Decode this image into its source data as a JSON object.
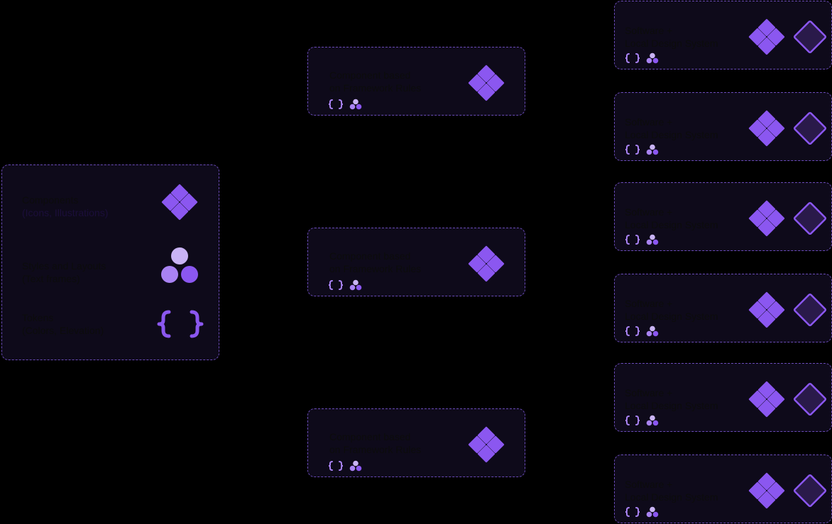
{
  "colors": {
    "background": "#000000",
    "card": "#0e0a1a",
    "card_border": "#6a4bb8",
    "accent": "#8b57f0",
    "accent_light": "#c9b3f5",
    "accent_mid": "#a983f3",
    "diamond_fill": "#2a1a4a"
  },
  "source": {
    "rows": [
      {
        "line1": "Components",
        "line2": "(Icons, Illustrations)",
        "icon": "components-icon"
      },
      {
        "line1": "Styles and Layouts",
        "line2": "(Text frames)",
        "icon": "styles-icon"
      },
      {
        "line1": "Tokens",
        "line2": "(Colors, Elevation)",
        "icon": "tokens-icon"
      }
    ]
  },
  "framework_cards": [
    {
      "line1": "Component based",
      "line2": "on Framework Rules"
    },
    {
      "line1": "Component based",
      "line2": "on Framework Rules"
    },
    {
      "line1": "Component based",
      "line2": "on Framework Rules"
    }
  ],
  "software_cards": [
    {
      "line1": "Software +",
      "line2": "Local Design System"
    },
    {
      "line1": "Software +",
      "line2": "Local Design System"
    },
    {
      "line1": "Software +",
      "line2": "Local Design System"
    },
    {
      "line1": "Software +",
      "line2": "Local Design System"
    },
    {
      "line1": "Software +",
      "line2": "Local Design System"
    },
    {
      "line1": "Software +",
      "line2": "Local Design System"
    }
  ]
}
